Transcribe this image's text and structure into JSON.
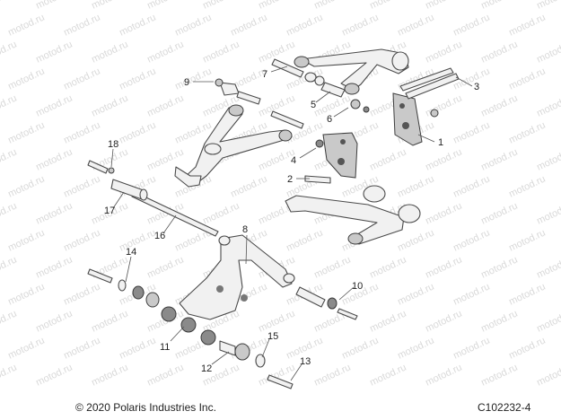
{
  "watermark": "motod.ru",
  "callouts": [
    "1",
    "2",
    "3",
    "4",
    "5",
    "6",
    "7",
    "8",
    "9",
    "10",
    "11",
    "12",
    "13",
    "14",
    "15",
    "16",
    "17",
    "18"
  ],
  "footer": {
    "copyright": "© 2020 Polaris Industries Inc.",
    "diagram_code": "C102232-4"
  }
}
